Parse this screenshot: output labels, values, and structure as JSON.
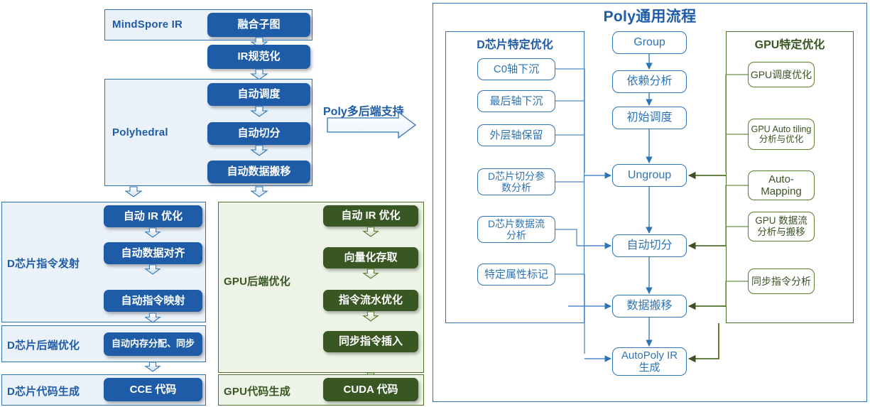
{
  "left_flow": {
    "mindspore": {
      "section_label": "MindSpore IR",
      "box": "融合子图"
    },
    "ir_norm": "IR规范化",
    "polyhedral": {
      "section_label": "Polyhedral",
      "steps": [
        "自动调度",
        "自动切分",
        "自动数据搬移"
      ]
    },
    "d_chip": {
      "emit_label": "D芯片指令发射",
      "emit_steps": [
        "自动 IR 优化",
        "自动数据对齐",
        "自动指令映射"
      ],
      "backend_label": "D芯片后端优化",
      "backend_box": "自动内存分配、同步",
      "codegen_label": "D芯片代码生成",
      "codegen_box": "CCE 代码"
    },
    "gpu": {
      "backend_label": "GPU后端优化",
      "backend_steps": [
        "自动 IR 优化",
        "向量化存取",
        "指令流水优化",
        "同步指令插入"
      ],
      "codegen_label": "GPU代码生成",
      "codegen_box": "CUDA 代码"
    }
  },
  "bridge": {
    "label": "Poly多后端支持"
  },
  "right_panel": {
    "title": "Poly通用流程",
    "d_group": {
      "title": "D芯片特定优化",
      "items": [
        "C0轴下沉",
        "最后轴下沉",
        "外层轴保留",
        "D芯片切分参\n数分析",
        "D芯片数据流\n分析",
        "特定属性标记"
      ]
    },
    "center": {
      "steps": [
        "Group",
        "依赖分析",
        "初始调度",
        "Ungroup",
        "自动切分",
        "数据搬移",
        "AutoPoly IR\n生成"
      ]
    },
    "gpu_group": {
      "title": "GPU特定优化",
      "items": [
        "GPU调度优化",
        "GPU Auto tiling\n分析与优化",
        "Auto-\nMapping",
        "GPU 数据流\n分析与搬移",
        "同步指令分析"
      ]
    }
  },
  "colors": {
    "blue_fill": "#1F5CA8",
    "blue_line": "#2E74B5",
    "blue_panel_bg": "#EAF1F9",
    "green_fill": "#385723",
    "green_line": "#4F7129",
    "green_panel_bg": "#EDF3E6"
  }
}
